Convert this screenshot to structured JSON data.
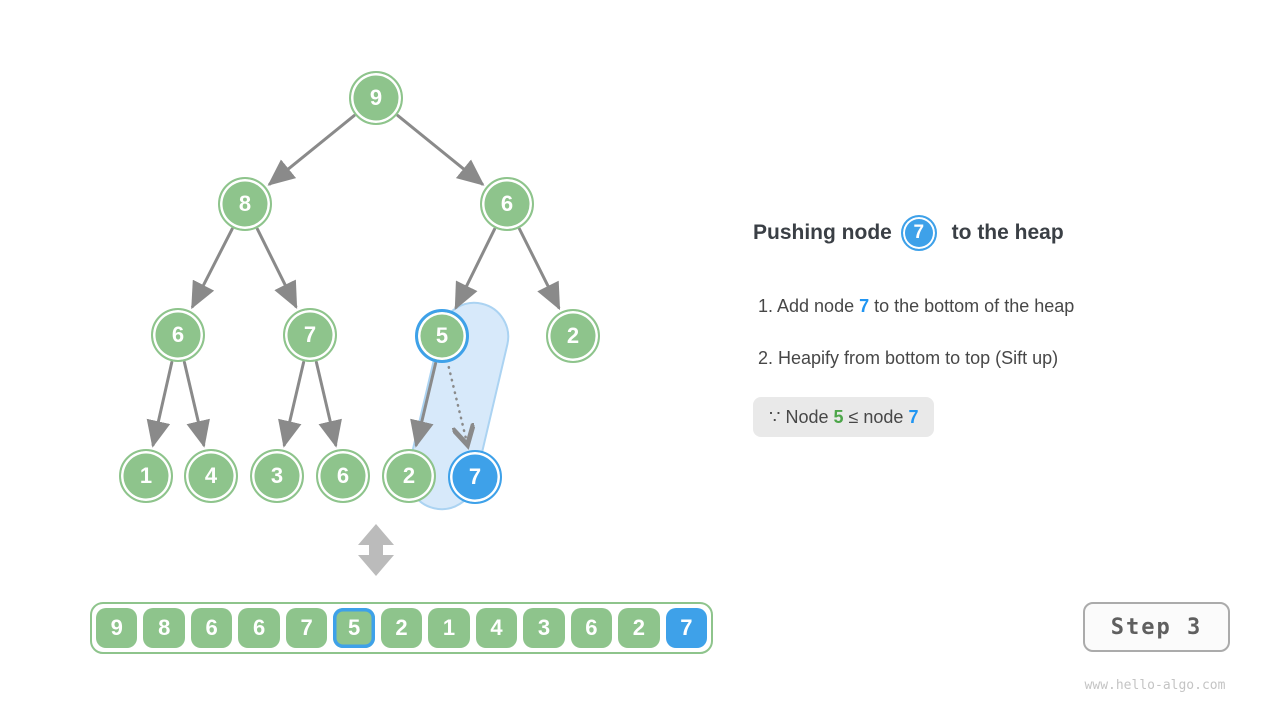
{
  "figure": {
    "heading": {
      "prefix": "Pushing node",
      "node_value": "7",
      "suffix": " to the heap"
    },
    "instructions": [
      {
        "before": "1. Add node ",
        "highlight": "7",
        "after": " to the bottom of the heap"
      },
      {
        "before": "2. Heapify from bottom to top (Sift up)",
        "highlight": "",
        "after": ""
      }
    ],
    "note": {
      "prefix": "∵ Node ",
      "green_value": "5",
      "middle": " ≤ node ",
      "blue_value": "7"
    }
  },
  "tree": {
    "nodes": [
      {
        "value": "9",
        "state": "normal"
      },
      {
        "value": "8",
        "state": "normal"
      },
      {
        "value": "6",
        "state": "normal"
      },
      {
        "value": "6",
        "state": "normal"
      },
      {
        "value": "7",
        "state": "normal"
      },
      {
        "value": "5",
        "state": "sift-comparison"
      },
      {
        "value": "2",
        "state": "normal"
      },
      {
        "value": "1",
        "state": "normal"
      },
      {
        "value": "4",
        "state": "normal"
      },
      {
        "value": "3",
        "state": "normal"
      },
      {
        "value": "6",
        "state": "normal"
      },
      {
        "value": "2",
        "state": "normal"
      },
      {
        "value": "7",
        "state": "new-node"
      }
    ]
  },
  "array": {
    "cells": [
      {
        "value": "9",
        "state": "normal"
      },
      {
        "value": "8",
        "state": "normal"
      },
      {
        "value": "6",
        "state": "normal"
      },
      {
        "value": "6",
        "state": "normal"
      },
      {
        "value": "7",
        "state": "normal"
      },
      {
        "value": "5",
        "state": "sift-comparison"
      },
      {
        "value": "2",
        "state": "normal"
      },
      {
        "value": "1",
        "state": "normal"
      },
      {
        "value": "4",
        "state": "normal"
      },
      {
        "value": "3",
        "state": "normal"
      },
      {
        "value": "6",
        "state": "normal"
      },
      {
        "value": "2",
        "state": "normal"
      },
      {
        "value": "7",
        "state": "new-node"
      }
    ]
  },
  "step_indicator": {
    "label": "Step 3"
  },
  "watermark": "www.hello-algo.com",
  "colors": {
    "node_green": "#8EC48C",
    "node_blue": "#3EA1E9",
    "capsule_fill": "#D7E9FA",
    "capsule_border": "#ABD3F2",
    "arrow_gray": "#8A8A8A",
    "note_bg": "#E9E9E9",
    "text_green": "#4DA64A",
    "text_blue": "#2095F2",
    "heading_text": "#3A3F45"
  }
}
